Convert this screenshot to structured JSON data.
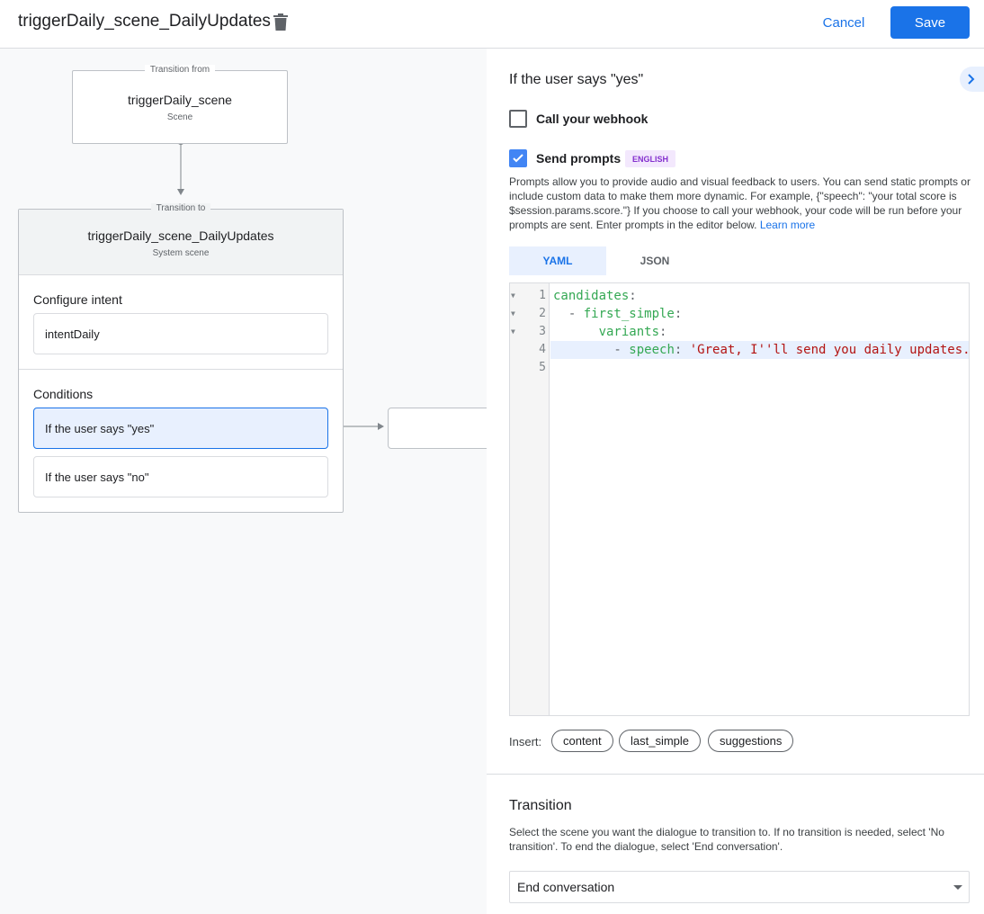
{
  "header": {
    "title": "triggerDaily_scene_DailyUpdates",
    "cancel": "Cancel",
    "save": "Save"
  },
  "canvas": {
    "from": {
      "legend": "Transition from",
      "name": "triggerDaily_scene",
      "type": "Scene"
    },
    "to": {
      "legend": "Transition to",
      "name": "triggerDaily_scene_DailyUpdates",
      "type": "System scene",
      "configure_intent_label": "Configure intent",
      "intent": "intentDaily",
      "conditions_label": "Conditions",
      "conditions": [
        "If the user says \"yes\"",
        "If the user says \"no\""
      ]
    }
  },
  "panel": {
    "heading": "If the user says \"yes\"",
    "webhook": {
      "label": "Call your webhook",
      "checked": false
    },
    "prompts": {
      "label": "Send prompts",
      "checked": true,
      "badge": "ENGLISH",
      "description": "Prompts allow you to provide audio and visual feedback to users. You can send static prompts or include custom data to make them more dynamic. For example, {\"speech\": \"your total score is $session.params.score.\"} If you choose to call your webhook, your code will be run before your prompts are sent. Enter prompts in the editor below.",
      "learn_more": "Learn more"
    },
    "tabs": [
      "YAML",
      "JSON"
    ],
    "active_tab": "YAML",
    "code_lines": [
      {
        "n": "1",
        "fold": true,
        "parts": [
          [
            "g",
            "candidates"
          ],
          [
            "k",
            ":"
          ]
        ]
      },
      {
        "n": "2",
        "fold": true,
        "parts": [
          [
            "k",
            "  - "
          ],
          [
            "g",
            "first_simple"
          ],
          [
            "k",
            ":"
          ]
        ]
      },
      {
        "n": "3",
        "fold": true,
        "parts": [
          [
            "k",
            "      "
          ],
          [
            "g",
            "variants"
          ],
          [
            "k",
            ":"
          ]
        ]
      },
      {
        "n": "4",
        "fold": false,
        "parts": [
          [
            "k",
            "        - "
          ],
          [
            "g",
            "speech"
          ],
          [
            "k",
            ": "
          ],
          [
            "r",
            "'Great, I''ll send you daily updates.'"
          ]
        ]
      },
      {
        "n": "5",
        "fold": false,
        "parts": []
      }
    ],
    "insert_label": "Insert:",
    "insert_chips": [
      "content",
      "last_simple",
      "suggestions"
    ],
    "transition": {
      "heading": "Transition",
      "description": "Select the scene you want the dialogue to transition to. If no transition is needed, select 'No transition'. To end the dialogue, select 'End conversation'.",
      "selected": "End conversation"
    }
  },
  "colors": {
    "accent": "#1a73e8",
    "badge_bg": "#f3e8fd",
    "badge_text": "#8430ce"
  }
}
